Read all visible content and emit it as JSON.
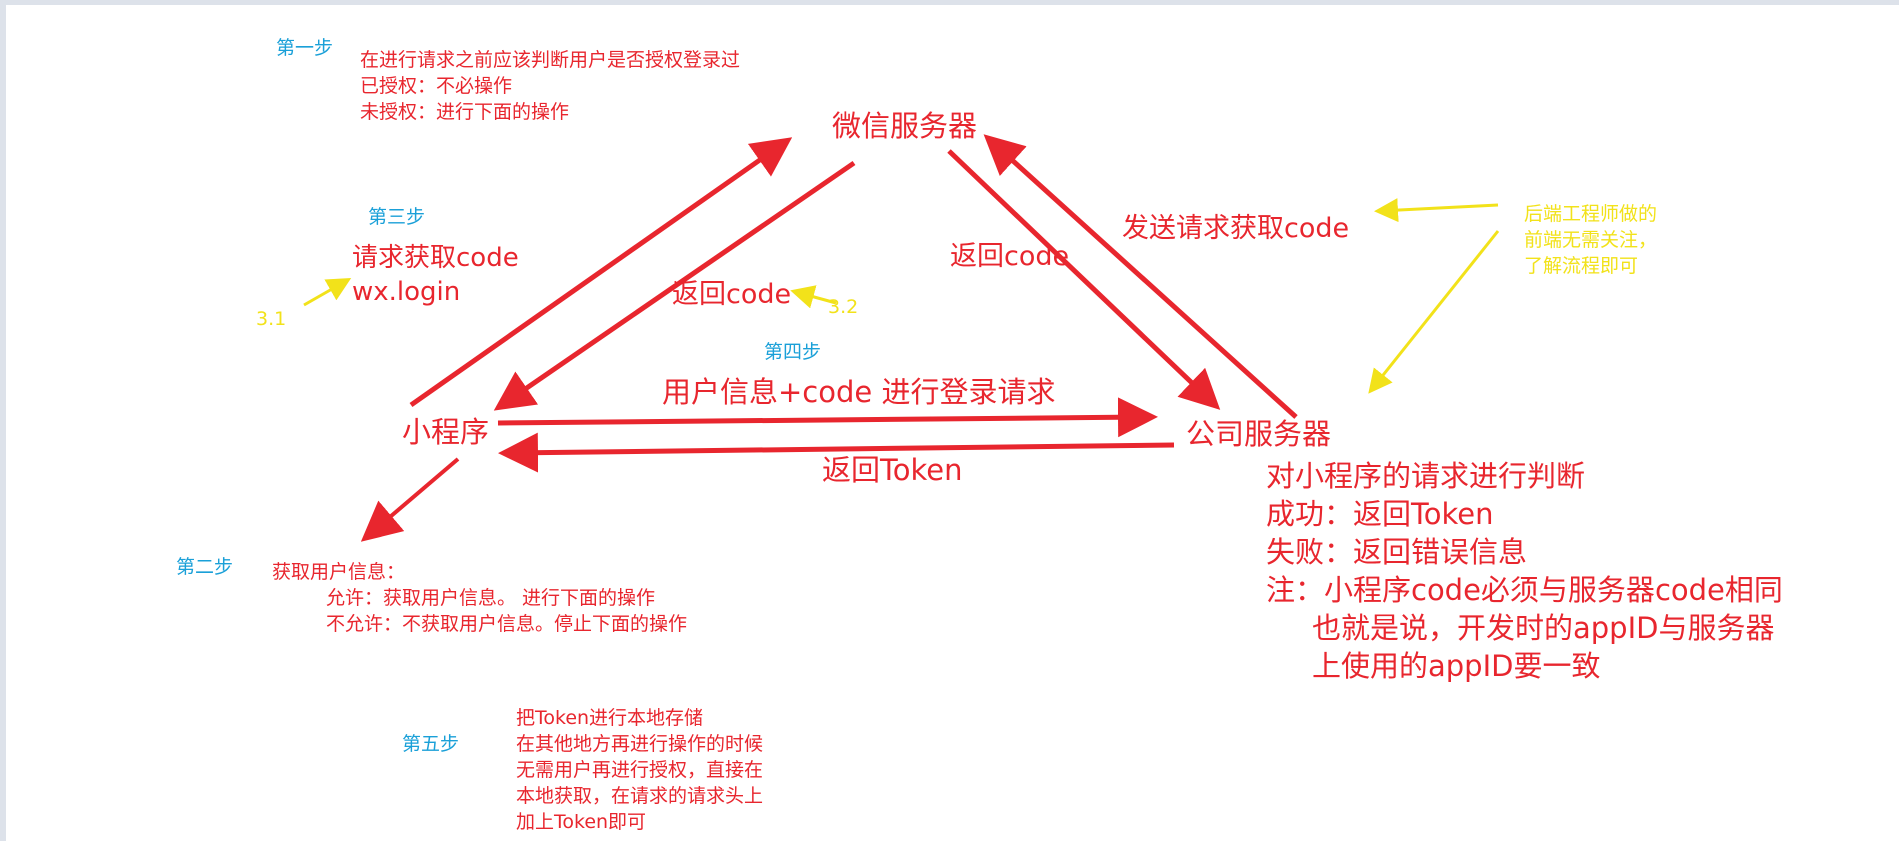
{
  "colors": {
    "arrow": "#e8262e",
    "step_label": "#1aa0d8",
    "annotation": "#f2e21a"
  },
  "steps": {
    "step1": "第一步",
    "step2": "第二步",
    "step3": "第三步",
    "step4": "第四步",
    "step5": "第五步"
  },
  "notes": {
    "step1_lines": [
      "在进行请求之前应该判断用户是否授权登录过",
      "已授权：不必操作",
      "未授权：进行下面的操作"
    ],
    "step2_title": "获取用户信息：",
    "step2_lines": [
      "允许：获取用户信息。 进行下面的操作",
      "不允许：不获取用户信息。停止下面的操作"
    ],
    "step3_lines": [
      "请求获取code",
      "wx.login"
    ],
    "step5_lines": [
      "把Token进行本地存储",
      "在其他地方再进行操作的时候",
      "无需用户再进行授权，直接在",
      "本地获取，在请求的请求头上",
      "加上Token即可"
    ],
    "backend_lines": [
      "后端工程师做的",
      "前端无需关注，",
      "了解流程即可"
    ],
    "label_3_1": "3.1",
    "label_3_2": "3.2"
  },
  "nodes": {
    "wechat_server": "微信服务器",
    "mini_program": "小程序",
    "company_server": "公司服务器"
  },
  "edges": {
    "return_code_left": "返回code",
    "return_code_right": "返回code",
    "send_request_code": "发送请求获取code",
    "login_request": "用户信息+code  进行登录请求",
    "return_token": "返回Token"
  },
  "server_notes": [
    "对小程序的请求进行判断",
    "成功：返回Token",
    "失败：返回错误信息",
    "注：小程序code必须与服务器code相同",
    "也就是说，开发时的appID与服务器",
    "上使用的appID要一致"
  ]
}
